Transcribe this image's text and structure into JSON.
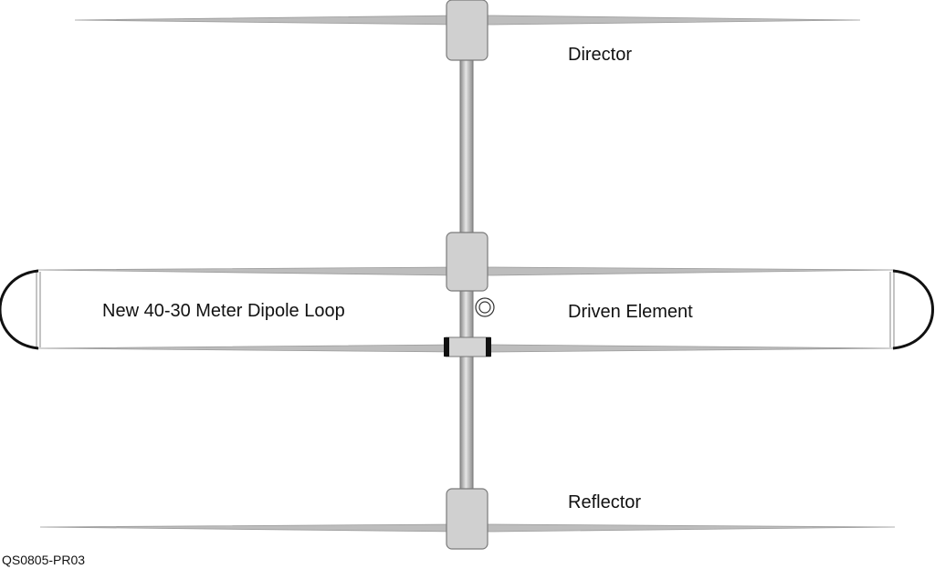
{
  "labels": {
    "director": "Director",
    "driven_element": "Driven Element",
    "loop": "New 40-30 Meter Dipole Loop",
    "reflector": "Reflector",
    "figure_code": "QS0805-PR03"
  },
  "colors": {
    "element": "#bdbdbd",
    "element_edge": "#9a9a9a",
    "boom": "#c8c8c8",
    "block": "#d0d0d0",
    "block_edge": "#7a7a7a",
    "loop_end": "#111111",
    "text": "#111111"
  }
}
